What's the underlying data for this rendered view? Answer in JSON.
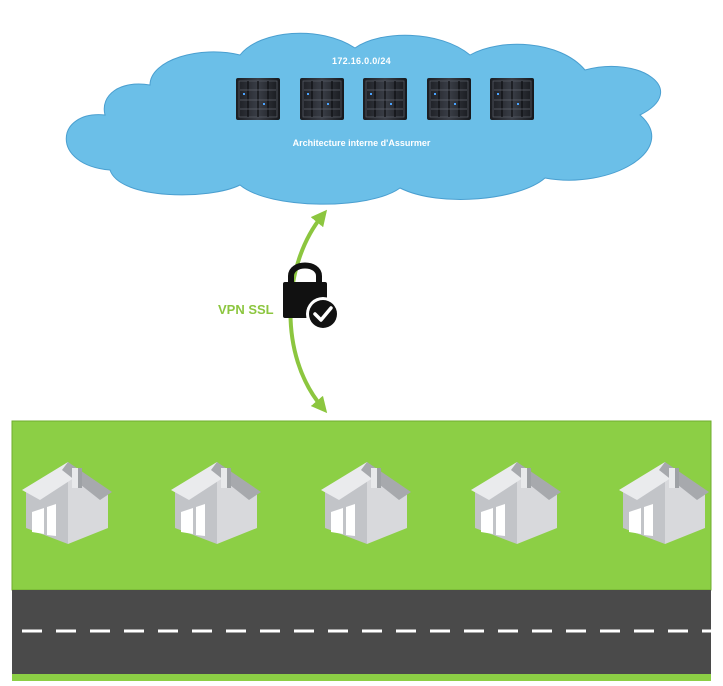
{
  "network": {
    "subnet": "172.16.0.0/24",
    "cloud_label": "Architecture interne d'Assurmer",
    "server_count": 5
  },
  "link": {
    "label": "VPN SSL",
    "lock_icon": "padlock-check-icon"
  },
  "site": {
    "house_count": 5,
    "icons": {
      "server": "server-rack-icon",
      "house": "house-icon"
    }
  },
  "colors": {
    "cloud": "#6bbfe8",
    "cloud_outline": "#4a9fd0",
    "arrow": "#8cc63f",
    "grass": "#8ccf45",
    "road": "#4a4a4a",
    "house": "#b9bbbe",
    "lock": "#111111"
  }
}
